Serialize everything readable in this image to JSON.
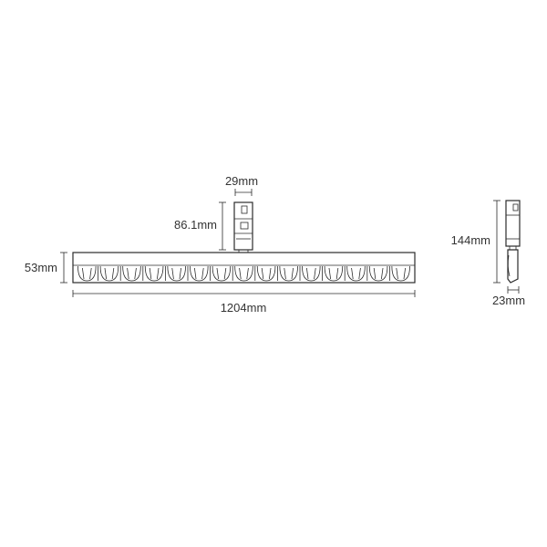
{
  "dimensions": {
    "adapter_width": "29mm",
    "adapter_height": "86.1mm",
    "body_height": "53mm",
    "body_length": "1204mm",
    "total_height": "144mm",
    "side_width": "23mm"
  },
  "louver_count": 15,
  "colors": {
    "line": "#2b2b2b",
    "text": "#333333",
    "background": "#ffffff"
  }
}
